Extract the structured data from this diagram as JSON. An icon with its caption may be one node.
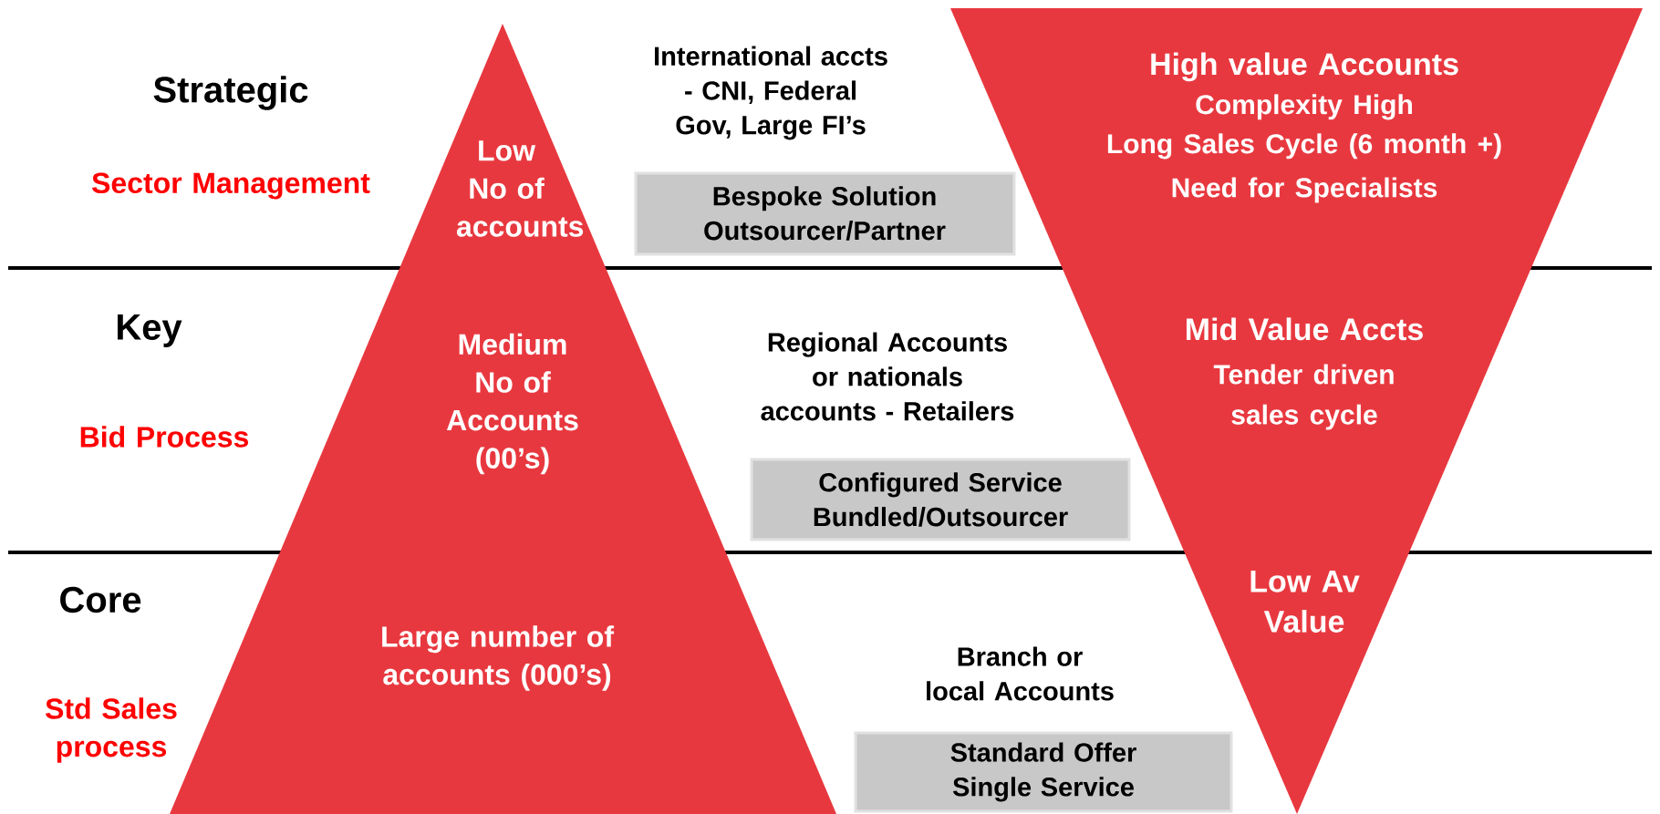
{
  "diagram": {
    "nodes": [
      {
        "text": [
          "Low No of accounts"
        ]
      },
      {
        "text": [
          "Medium No of Accounts (00’s)"
        ]
      },
      {
        "text": [
          "Large number of accounts (000’s)"
        ]
      },
      {
        "text": [
          "Bespoke Solution Outsourcer/Partner"
        ]
      },
      {
        "text": [
          "Configured Service Bundled/Outsourcer"
        ]
      },
      {
        "text": [
          "Standard Offer Single Service"
        ]
      },
      {
        "text": [
          "High value Accounts",
          "Complexity High",
          "Long Sales Cycle (6 month +)",
          "Need for Specialists"
        ]
      },
      {
        "text": [
          "Mid Value Accts",
          "Tender driven sales cycle"
        ]
      },
      {
        "text": [
          "Low Av Value"
        ]
      }
    ],
    "labels": [
      "Strategic",
      "Sector Management",
      "International accts - CNI, Federal Gov, Large FI’s",
      "Key",
      "Bid Process",
      "Regional Accounts or nationals accounts - Retailers",
      "Core",
      "Std Sales process",
      "Branch or local Accounts"
    ]
  }
}
